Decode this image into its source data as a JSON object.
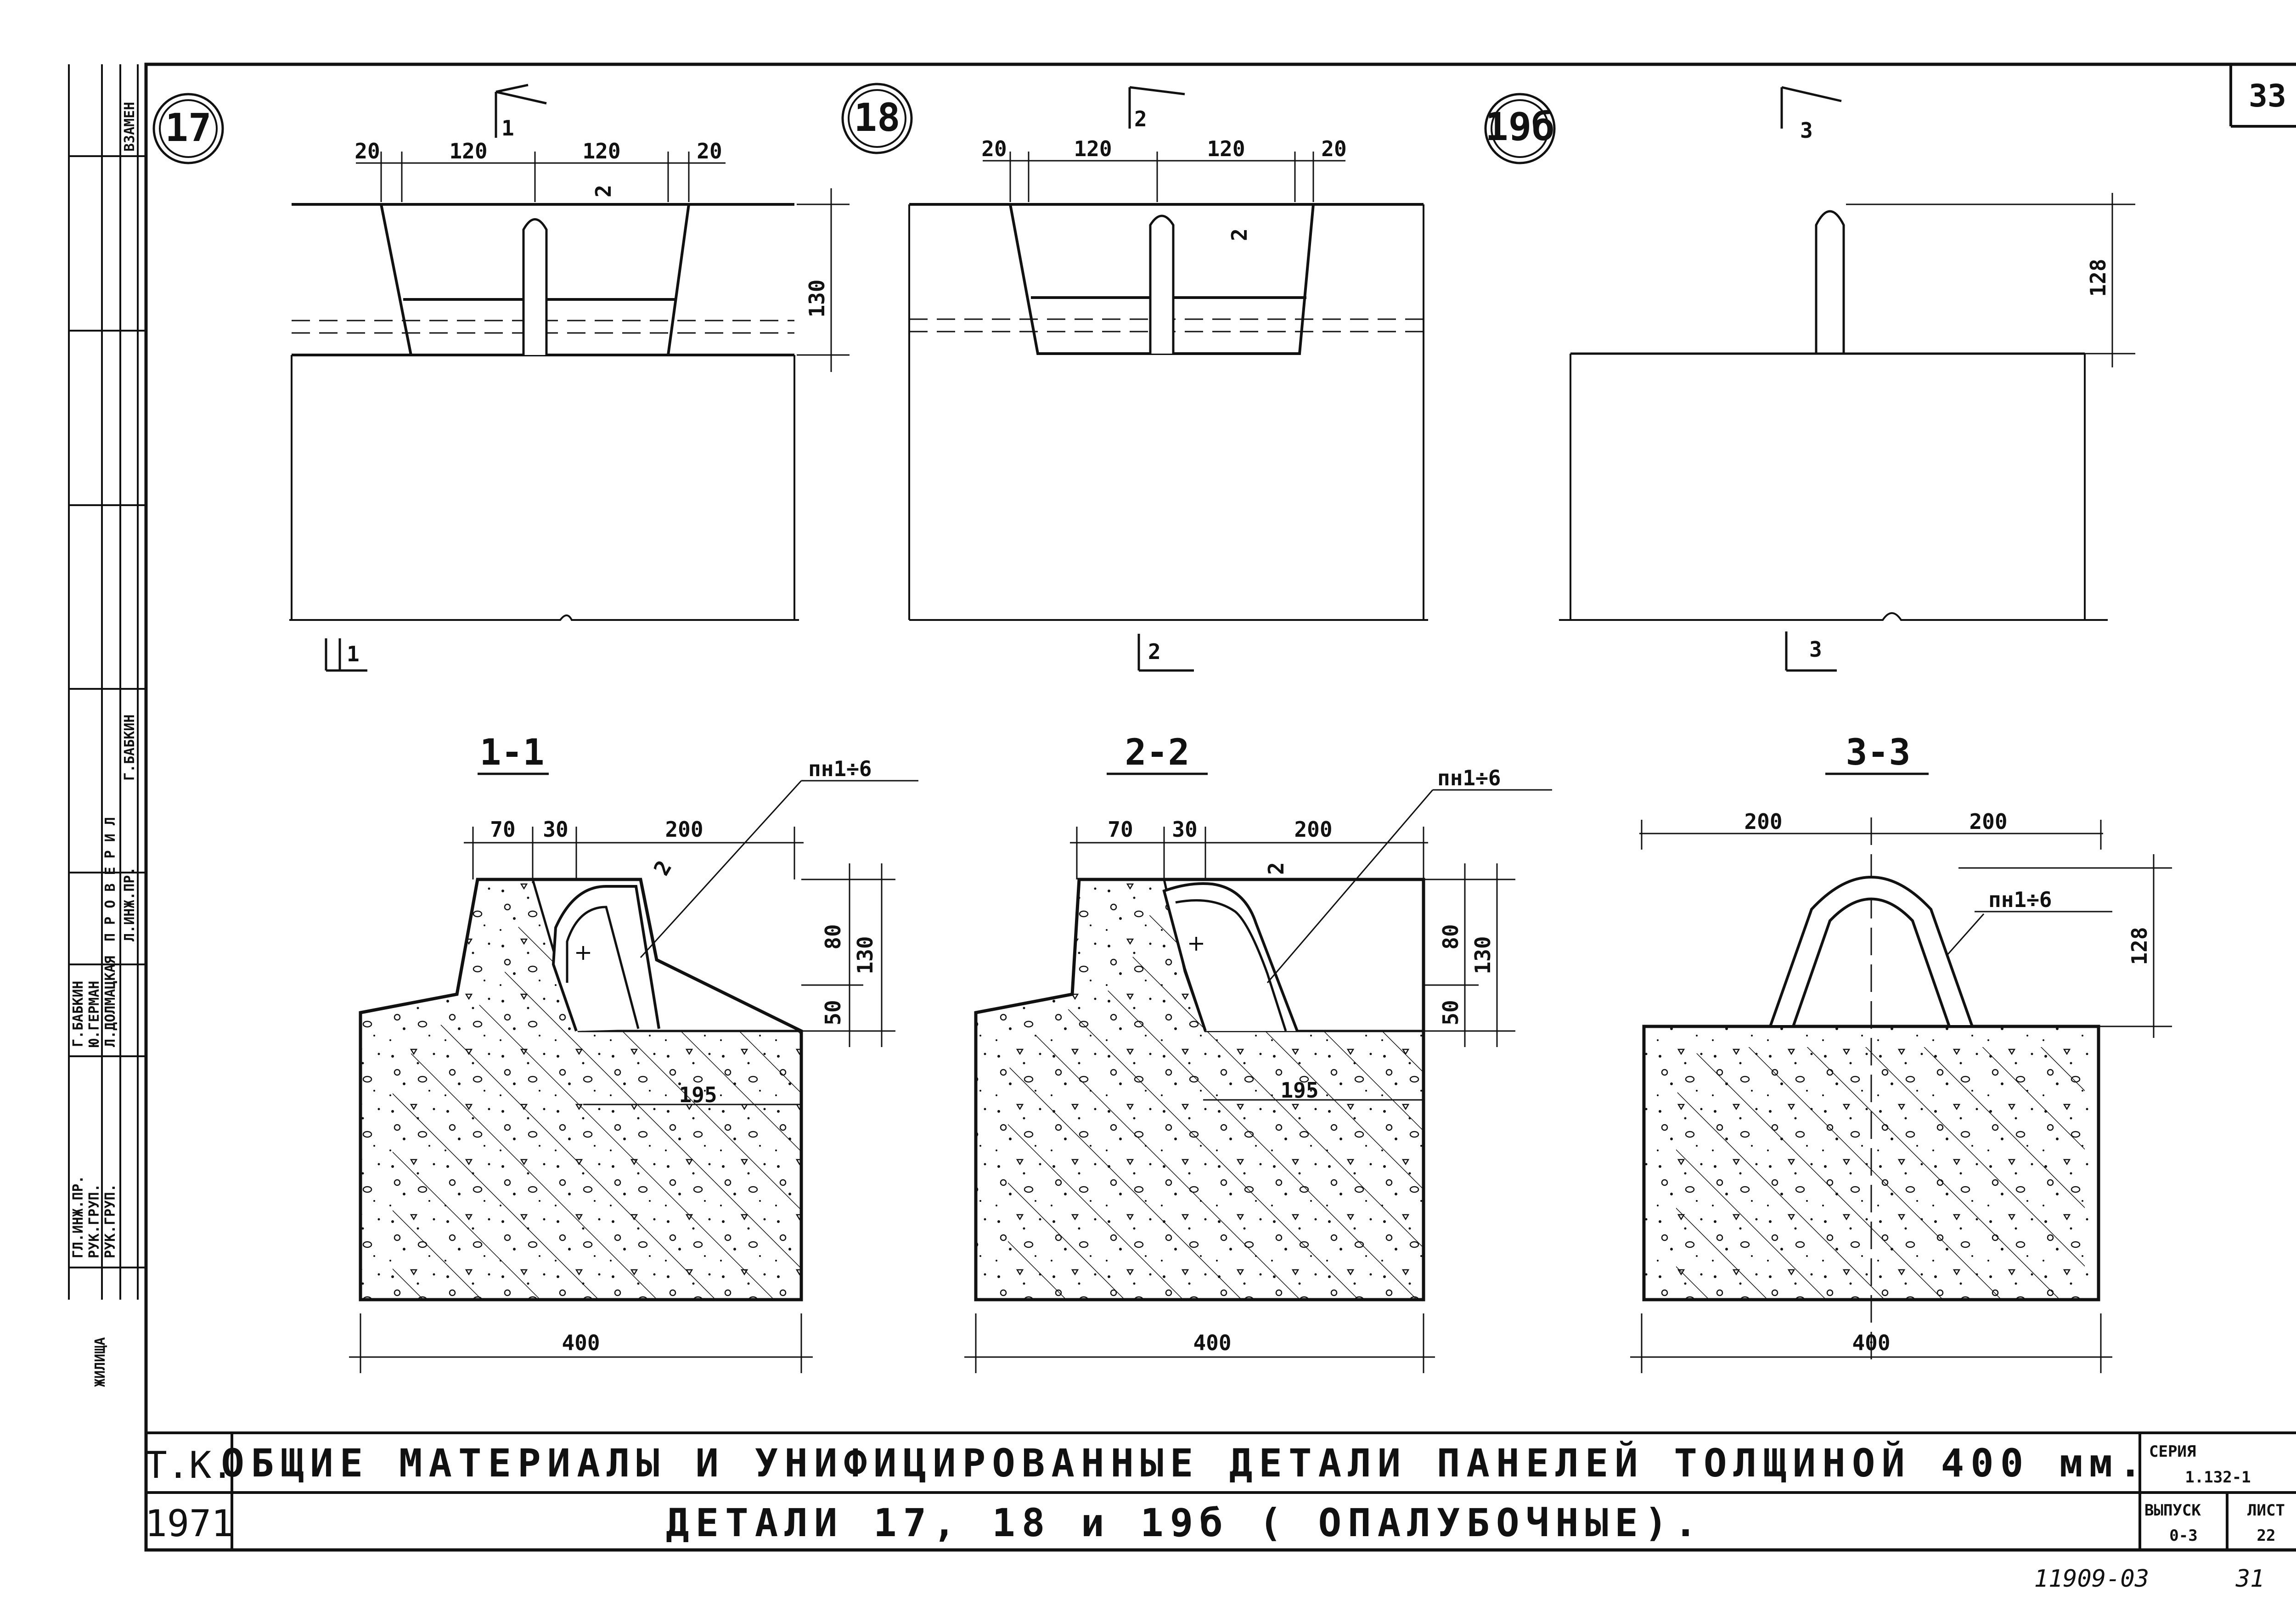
{
  "sheet": {
    "page_number": "33",
    "bottom_code": "11909-03",
    "bottom_number": "31"
  },
  "details": [
    {
      "id": "17",
      "top_dims": [
        "20",
        "120",
        "120",
        "20"
      ],
      "gap_dim": "2",
      "height_dim": "130",
      "cut_top": "1",
      "cut_bottom": "1"
    },
    {
      "id": "18",
      "top_dims": [
        "20",
        "120",
        "120",
        "20"
      ],
      "gap_dim": "2",
      "cut_top": "2",
      "cut_bottom": "2"
    },
    {
      "id": "19б",
      "height_dim": "128",
      "cut_top": "3",
      "cut_bottom": "3"
    }
  ],
  "sections": [
    {
      "title": "1-1",
      "top_dims": [
        "70",
        "30",
        "200"
      ],
      "gap_dim": "2",
      "right_dims": [
        "80",
        "130",
        "50"
      ],
      "inner_dim": "195",
      "bottom_dim": "400",
      "leader": "пн1÷6"
    },
    {
      "title": "2-2",
      "top_dims": [
        "70",
        "30",
        "200"
      ],
      "gap_dim": "2",
      "right_dims": [
        "80",
        "130",
        "50"
      ],
      "inner_dim": "195",
      "bottom_dim": "400",
      "leader": "пн1÷6"
    },
    {
      "title": "3-3",
      "top_dims": [
        "200",
        "200"
      ],
      "right_dims": [
        "128"
      ],
      "bottom_dim": "400",
      "leader": "пн1÷6"
    }
  ],
  "title_block": {
    "org": "Т.К.",
    "year": "1971",
    "title_line1": "ОБЩИЕ МАТЕРИАЛЫ И УНИФИЦИРОВАННЫЕ ДЕТАЛИ ПАНЕЛЕЙ ТОЛЩИНОЙ 400 мм.",
    "title_line2": "ДЕТАЛИ 17, 18 и 19б ( ОПАЛУБОЧНЫЕ).",
    "series_label": "СЕРИЯ",
    "series_value": "1.132-1",
    "issue_label": "ВЫПУСК",
    "issue_value": "0-3",
    "sheet_label": "ЛИСТ",
    "sheet_value": "22"
  },
  "side_stamp": {
    "top_label": "ВЗАМЕН",
    "check_label": "П Р О В Е Р И Л",
    "roles": [
      "ГЛ.ИНЖ.ПР.",
      "РУК.ГРУП.",
      "РУК.ГРУП."
    ],
    "names": [
      "Г.БАБКИН",
      "Ю.ГЕРМАН",
      "Л.ДОЛМАЦКАЯ"
    ],
    "extra_names": [
      "Г.БАБКИН",
      "Л.ИНЖ.ПР."
    ],
    "vertical_word": "ЖИЛИЩА"
  }
}
